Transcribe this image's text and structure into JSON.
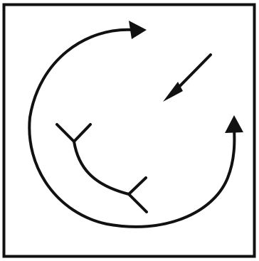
{
  "colors": {
    "background": "#ffffff",
    "stroke": "#111111"
  },
  "icons": {
    "frame": "square-frame",
    "large_arc_arrow": "circular-arrow-clockwise",
    "short_arrow": "diagonal-arrow-down-left",
    "branch": "curved-y-branch"
  }
}
